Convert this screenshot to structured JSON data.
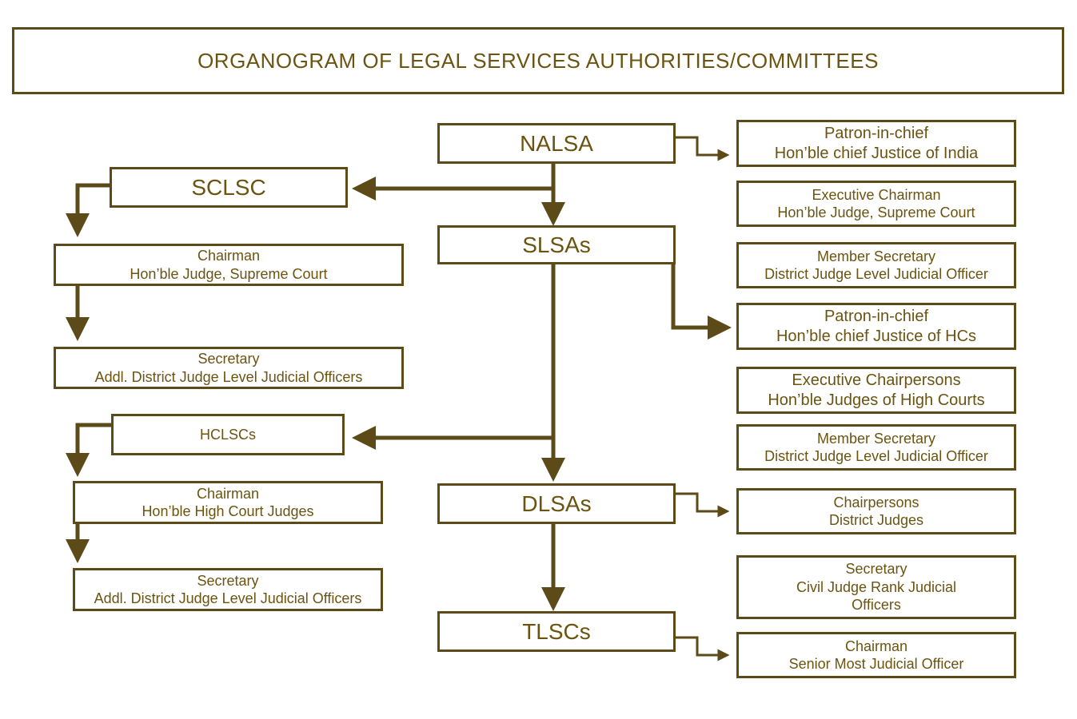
{
  "title": "ORGANOGRAM OF LEGAL SERVICES AUTHORITIES/COMMITTEES",
  "nodes": {
    "nalsa": "NALSA",
    "slsas": "SLSAs",
    "dlsas": "DLSAs",
    "tlscs": "TLSCs",
    "sclsc": "SCLSC",
    "hclscs": "HCLSCs"
  },
  "sclsc_chairman": {
    "role": "Chairman",
    "holder": "Hon’ble Judge, Supreme Court"
  },
  "sclsc_secretary": {
    "role": "Secretary",
    "holder": "Addl. District Judge Level Judicial Officers"
  },
  "hclscs_chairman": {
    "role": "Chairman",
    "holder": "Hon’ble High Court Judges"
  },
  "hclscs_secretary": {
    "role": "Secretary",
    "holder": "Addl. District Judge Level Judicial Officers"
  },
  "nalsa_patron": {
    "role": "Patron-in-chief",
    "holder": "Hon’ble chief Justice of India"
  },
  "nalsa_exec": {
    "role": "Executive Chairman",
    "holder": "Hon’ble Judge, Supreme Court"
  },
  "nalsa_member": {
    "role": "Member Secretary",
    "holder": "District Judge Level Judicial Officer"
  },
  "slsa_patron": {
    "role": "Patron-in-chief",
    "holder": "Hon’ble chief Justice of HCs"
  },
  "slsa_exec": {
    "role": "Executive Chairpersons",
    "holder": "Hon’ble Judges of High Courts"
  },
  "slsa_member": {
    "role": "Member Secretary",
    "holder": "District Judge Level Judicial Officer"
  },
  "dlsa_chair": {
    "role": "Chairpersons",
    "holder": "District Judges"
  },
  "dlsa_secretary": {
    "role": "Secretary",
    "holder_line1": "Civil Judge Rank Judicial",
    "holder_line2": "Officers"
  },
  "tlsc_chair": {
    "role": "Chairman",
    "holder": "Senior Most Judicial Officer"
  },
  "colors": {
    "text": "#6b5411",
    "line": "#5c4a18"
  }
}
